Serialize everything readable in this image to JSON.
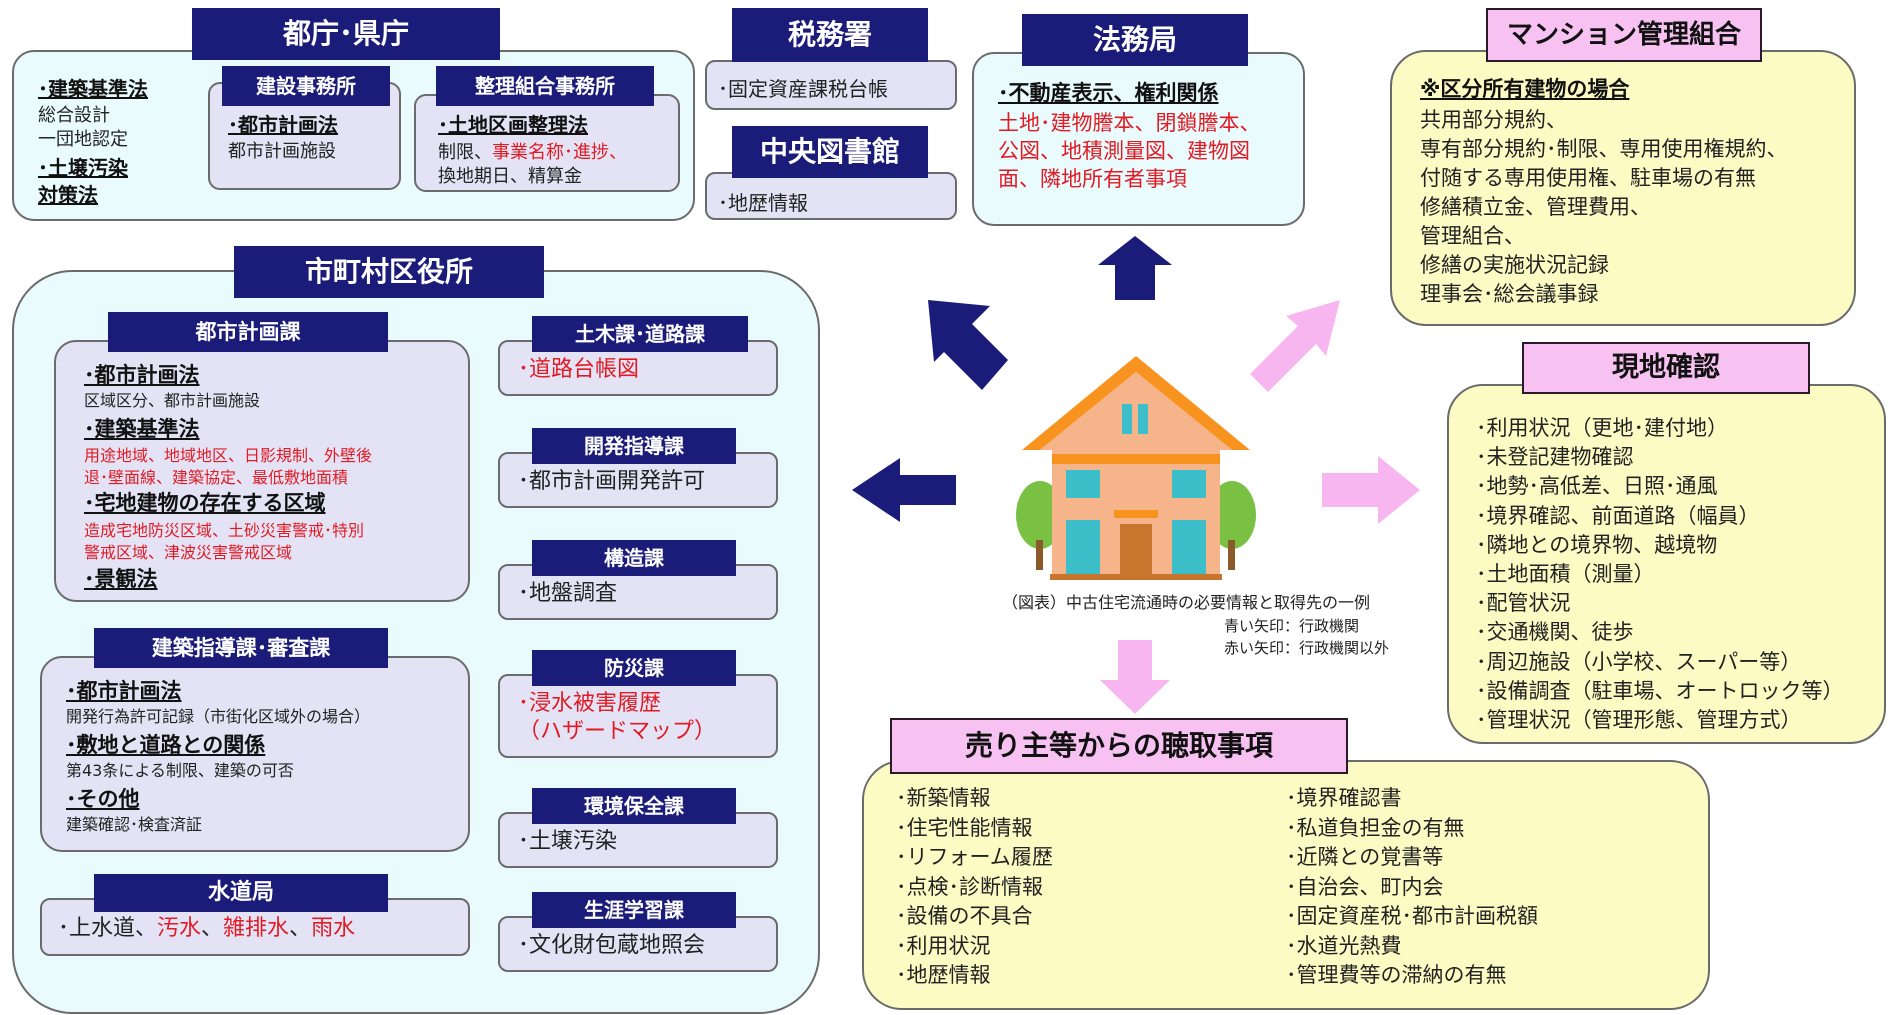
{
  "prefecture": {
    "header": "都庁･県庁",
    "left": {
      "law1": "･建築基準法",
      "item1": "総合設計",
      "item2": "一団地認定",
      "law2": "･土壌汚染",
      "law2b": "対策法"
    },
    "construction": {
      "header": "建設事務所",
      "law": "･都市計画法",
      "item": "都市計画施設"
    },
    "readjust": {
      "header": "整理組合事務所",
      "law": "･土地区画整理法",
      "line1a": "制限、",
      "line1b": "事業名称･進捗、",
      "line2": "換地期日、精算金"
    }
  },
  "tax_office": {
    "header": "税務署",
    "item": "･固定資産課税台帳"
  },
  "central_library": {
    "header": "中央図書館",
    "item": "･地歴情報"
  },
  "legal_affairs": {
    "header": "法務局",
    "law": "･不動産表示、権利関係",
    "line1": "土地･建物謄本、閉鎖謄本、",
    "line2": "公図、地積測量図、建物図",
    "line3": "面、隣地所有者事項"
  },
  "mansion_assoc": {
    "header": "マンション管理組合",
    "law": "※区分所有建物の場合",
    "items": [
      "共用部分規約、",
      "専有部分規約･制限、専用使用権規約、",
      "付随する専用使用権、駐車場の有無",
      "修繕積立金、管理費用、",
      "管理組合、",
      "修繕の実施状況記録",
      "理事会･総会議事録"
    ]
  },
  "site_check": {
    "header": "現地確認",
    "items": [
      "･利用状況（更地･建付地）",
      "･未登記建物確認",
      "･地勢･高低差、日照･通風",
      "･境界確認、前面道路（幅員）",
      "･隣地との境界物、越境物",
      "･土地面積（測量）",
      "･配管状況",
      "･交通機関、徒歩",
      "･周辺施設（小学校、スーパー等）",
      "･設備調査（駐車場、オートロック等）",
      "･管理状況（管理形態、管理方式）"
    ]
  },
  "municipal": {
    "header": "市町村区役所",
    "planning": {
      "header": "都市計画課",
      "law1": "･都市計画法",
      "item1": "区域区分、都市計画施設",
      "law2": "･建築基準法",
      "red1": "用途地域、地域地区、日影規制、外壁後",
      "red2": "退･壁面線、建築協定、最低敷地面積",
      "law3": "･宅地建物の存在する区域",
      "red3": "造成宅地防災区域、土砂災害警戒･特別",
      "red4": "警戒区域、津波災害警戒区域",
      "law4": "･景観法"
    },
    "building_guidance": {
      "header": "建築指導課･審査課",
      "law1": "･都市計画法",
      "item1": "開発行為許可記録（市街化区域外の場合）",
      "law2": "･敷地と道路との関係",
      "item2": "第43条による制限、建築の可否",
      "law3": "･その他",
      "item3": "建築確認･検査済証"
    },
    "waterworks": {
      "header": "水道局",
      "p1": "･上水道、",
      "p2": "汚水",
      "p3": "、",
      "p4": "雑排水",
      "p5": "、",
      "p6": "雨水"
    },
    "civil": {
      "header": "土木課･道路課",
      "item": "･道路台帳図"
    },
    "dev_guidance": {
      "header": "開発指導課",
      "item": "･都市計画開発許可"
    },
    "structure": {
      "header": "構造課",
      "item": "･地盤調査"
    },
    "disaster": {
      "header": "防災課",
      "item1": "･浸水被害履歴",
      "item2": "（ハザードマップ）"
    },
    "environment": {
      "header": "環境保全課",
      "item": "･土壌汚染"
    },
    "lifelong": {
      "header": "生涯学習課",
      "item": "･文化財包蔵地照会"
    }
  },
  "hearing": {
    "header": "売り主等からの聴取事項",
    "left": [
      "･新築情報",
      "･住宅性能情報",
      "･リフォーム履歴",
      "･点検･診断情報",
      "･設備の不具合",
      "･利用状況",
      "･地歴情報"
    ],
    "right": [
      "･境界確認書",
      "･私道負担金の有無",
      "･近隣との覚書等",
      "･自治会、町内会",
      "･固定資産税･都市計画税額",
      "･水道光熱費",
      "･管理費等の滞納の有無"
    ]
  },
  "caption": {
    "title": "（図表）中古住宅流通時の必要情報と取得先の一例",
    "blue": "青い矢印：行政機関",
    "red": "赤い矢印：行政機関以外"
  },
  "colors": {
    "navy": "#1b1b7a",
    "pink": "#f7c2f1",
    "red_text": "#e11b24",
    "cyan_bg": "#e9fbfd",
    "yellow_bg": "#fdfbc4"
  }
}
